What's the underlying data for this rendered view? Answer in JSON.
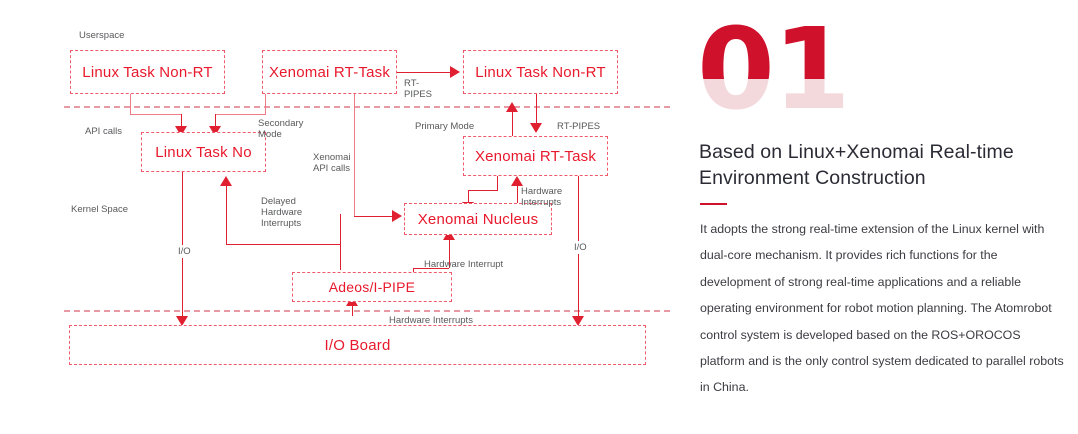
{
  "diagram": {
    "zone_labels": [
      {
        "text": "Userspace"
      },
      {
        "text": "API calls"
      },
      {
        "text": "Kernel Space"
      }
    ],
    "boxes": [
      {
        "id": "linux-task-non-rt-user",
        "label": "Linux Task Non-RT"
      },
      {
        "id": "xenomai-rt-task-user",
        "label": "Xenomai RT-Task"
      },
      {
        "id": "linux-task-non-rt-user-2",
        "label": "Linux Task Non-RT"
      },
      {
        "id": "linux-task-no-kernel",
        "label": "Linux Task No"
      },
      {
        "id": "xenomai-rt-task-kernel",
        "label": "Xenomai RT-Task"
      },
      {
        "id": "xenomai-nucleus",
        "label": "Xenomai Nucleus"
      },
      {
        "id": "adeos-ipipe",
        "label": "Adeos/I-PIPE"
      },
      {
        "id": "io-board",
        "label": "I/O Board"
      }
    ],
    "edge_labels": {
      "rt_pipes_user": "RT-\nPIPES",
      "secondary_mode": "Secondary\nMode",
      "primary_mode": "Primary Mode",
      "rt_pipes_kernel": "RT-PIPES",
      "xenomai_api_calls": "Xenomai\nAPI calls",
      "delayed_hw_interrupts": "Delayed\nHardware\nInterrupts",
      "hardware_interrupts_small": "Hardware\nInterrupts",
      "hardware_interrupt": "Hardware Interrupt",
      "hardware_interrupts_bottom": "Hardware Interrupts",
      "io_left": "I/O",
      "io_right": "I/O"
    }
  },
  "panel": {
    "number": "01",
    "headline": "Based on Linux+Xenomai Real-time Environment Construction",
    "body": "It adopts the strong real-time extension of the Linux kernel with dual-core mechanism. It provides rich functions for the development of strong real-time applications and a reliable operating environment for robot motion planning. The Atomrobot control system is developed based on the ROS+OROCOS platform and is the only control system dedicated to parallel robots in China.",
    "accent_color": "#d0112b",
    "accent_light_color": "#f3d8dc"
  }
}
